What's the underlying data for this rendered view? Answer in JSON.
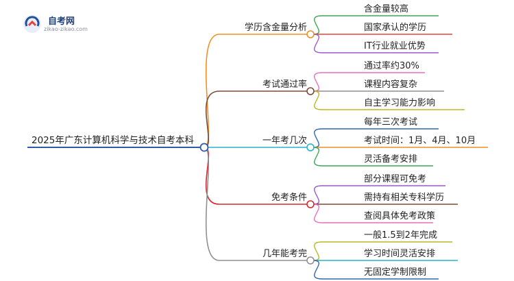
{
  "logo": {
    "title": "自考网",
    "subtitle": "zikao-zikao.com"
  },
  "root": {
    "label": "2025年广东计算机科学与技术自考本科",
    "color": "#2f5aa8"
  },
  "branches": [
    {
      "label": "学历含金量分析",
      "color": "#f28e22",
      "children": [
        {
          "label": "含金量较高",
          "color": "#3aa655"
        },
        {
          "label": "国家承认的学历",
          "color": "#e8413c"
        },
        {
          "label": "IT行业就业优势",
          "color": "#9b59c6"
        }
      ]
    },
    {
      "label": "考试通过率",
      "color": "#7a4a3a",
      "children": [
        {
          "label": "通过率约30%",
          "color": "#e96fbf"
        },
        {
          "label": "课程内容复杂",
          "color": "#8f8f8f"
        },
        {
          "label": "自主学习能力影响",
          "color": "#b8b820"
        }
      ]
    },
    {
      "label": "一年考几次",
      "color": "#27b3c9",
      "children": [
        {
          "label": "每年三次考试",
          "color": "#2f66b3"
        },
        {
          "label": "考试时间：1月、4月、10月",
          "color": "#f28e22"
        },
        {
          "label": "灵活备考安排",
          "color": "#3aa655"
        }
      ]
    },
    {
      "label": "免考条件",
      "color": "#d9262c",
      "children": [
        {
          "label": "部分课程可免考",
          "color": "#9b59c6"
        },
        {
          "label": "需持有相关专科学历",
          "color": "#7a4a3a"
        },
        {
          "label": "查阅具体免考政策",
          "color": "#e96fbf"
        }
      ]
    },
    {
      "label": "几年能考完",
      "color": "#8f8f8f",
      "children": [
        {
          "label": "一般1.5到2年完成",
          "color": "#b8b820"
        },
        {
          "label": "学习时间灵活安排",
          "color": "#27b3c9"
        },
        {
          "label": "无固定学制限制",
          "color": "#2f66b3"
        }
      ]
    }
  ]
}
